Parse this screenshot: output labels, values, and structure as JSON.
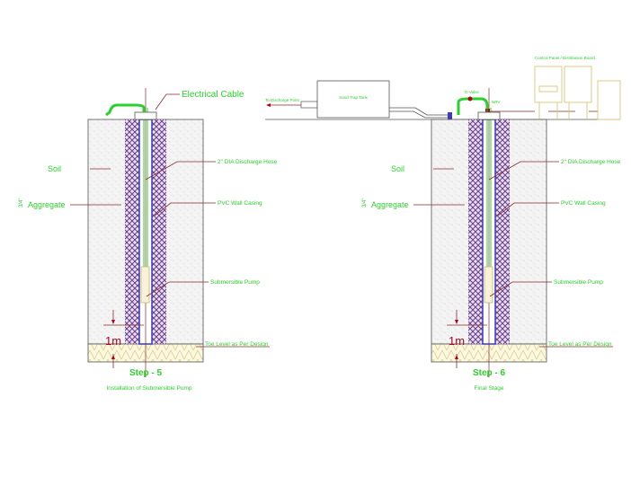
{
  "colors": {
    "label": "#2bd12b",
    "dimension": "#b0001c",
    "leader": "#8a2a2a",
    "aggregate": "#6a3d8a",
    "casing": "#3b3bbb",
    "panel": "#d9c97a"
  },
  "labels": {
    "electrical_cable": "Electrical Cable",
    "soil": "Soil",
    "aggregate_size": "3/4\"",
    "aggregate": "Aggregate",
    "discharge_hose": "2\" DIA Discharge Hose",
    "pvc_casing": "PVC Wall Casing",
    "submersible_pump": "Submersible Pump",
    "toe_level": "Toe Level as Per Design",
    "dimension": "1m",
    "sand_trap_tank": "Sand Trap Tank",
    "to_discharge_point": "To Discharge Point",
    "g_valve": "G-Valve",
    "nrv": "NRV",
    "control_panel": "Control Panel / Distribution Board"
  },
  "steps": [
    {
      "title": "Step - 5",
      "subtitle": "Installation of Submersible Pump"
    },
    {
      "title": "Step - 6",
      "subtitle": "Final Stage"
    }
  ]
}
